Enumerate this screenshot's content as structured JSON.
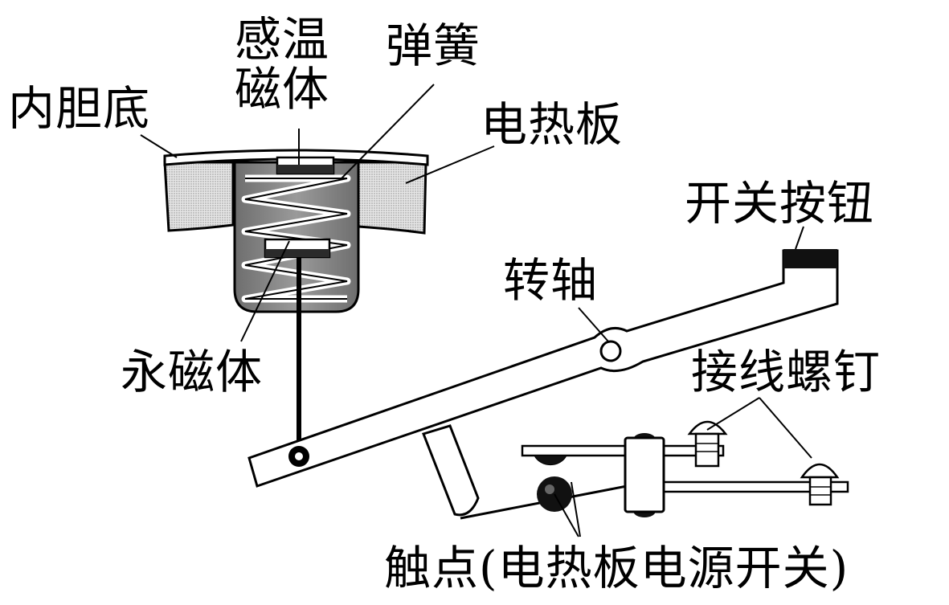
{
  "labels": {
    "liner_bottom": "内胆底",
    "temp_magnet_line1": "感温",
    "temp_magnet_line2": "磁体",
    "spring": "弹簧",
    "heating_plate": "电热板",
    "switch_button": "开关按钮",
    "pivot": "转轴",
    "permanent_magnet": "永磁体",
    "terminal_screws": "接线螺钉",
    "contacts": "触点(电热板电源开关)"
  }
}
